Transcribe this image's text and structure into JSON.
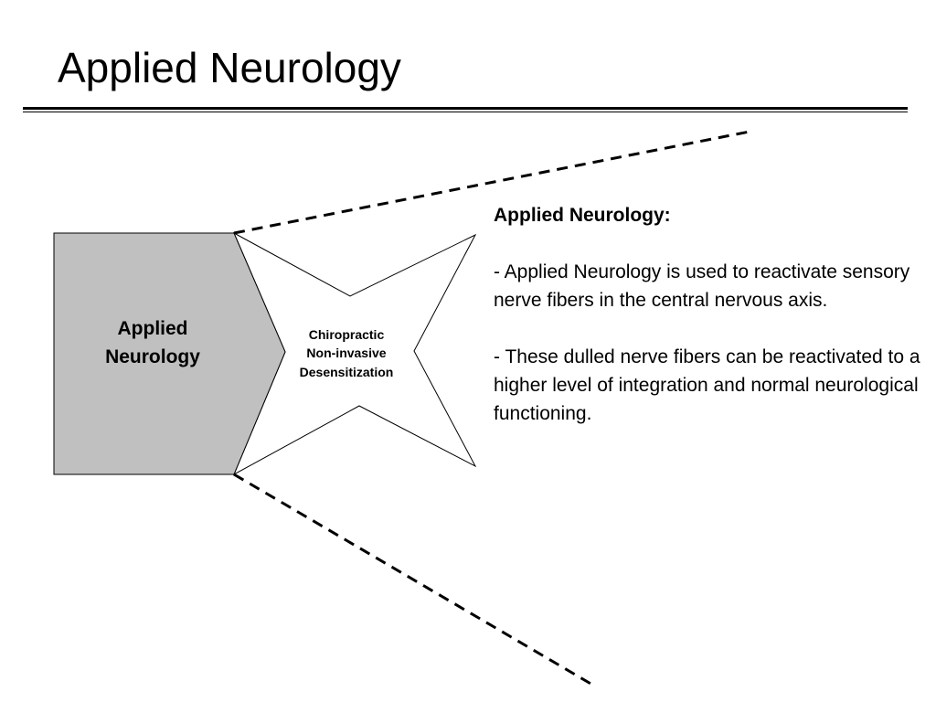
{
  "slide": {
    "title": "Applied Neurology"
  },
  "diagram": {
    "box_label_line1": "Applied",
    "box_label_line2": "Neurology",
    "star_label_line1": "Chiropractic",
    "star_label_line2": "Non-invasive",
    "star_label_line3": "Desensitization",
    "box_fill": "#c0c0c0",
    "star_fill": "#ffffff",
    "stroke_color": "#000000"
  },
  "text_panel": {
    "heading": "Applied Neurology:",
    "bullet1": "- Applied Neurology is used to reactivate sensory nerve fibers in the central nervous axis.",
    "bullet2": "- These dulled nerve fibers can be reactivated to a higher level of integration and normal neurological functioning."
  }
}
